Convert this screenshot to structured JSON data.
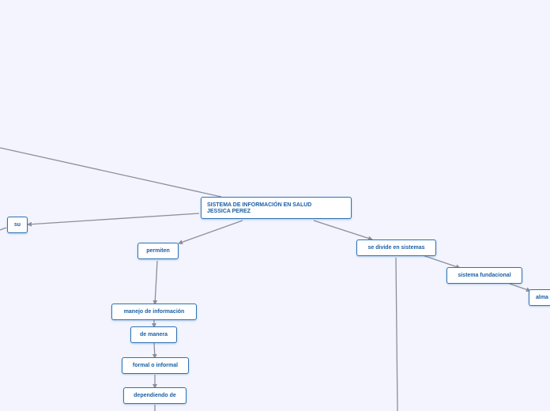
{
  "diagram": {
    "colors": {
      "background": "#f3f4fd",
      "node_border": "#2f74b5",
      "node_text": "#1b5fa3",
      "edge": "#8a8f9c"
    },
    "nodes": {
      "root": {
        "line1": "SISTEMA DE INFORMACIÓN EN SALUD",
        "line2": "JESSICA PEREZ"
      },
      "su": "su",
      "permiten": "permiten",
      "se_divide": "se divide en sistemas",
      "sistema_fundacional": "sistema fundacional",
      "alma": "alma",
      "manejo": "manejo de información",
      "de_manera": "de manera",
      "formal": "formal o informal",
      "dependiendo": "dependiendo de"
    }
  }
}
